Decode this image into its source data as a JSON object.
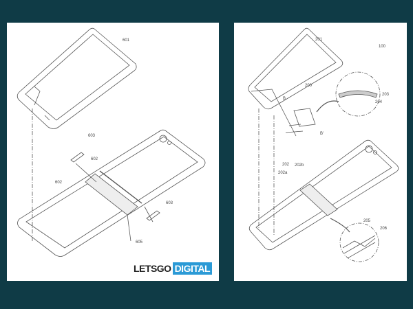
{
  "left_figure": {
    "labels": [
      "601",
      "603",
      "602",
      "602",
      "603",
      "605"
    ],
    "logo": {
      "part1": "LETSGO",
      "part2": "DIGITAL",
      "accent_color": "#2b9ad6"
    }
  },
  "right_figure": {
    "labels": [
      "201",
      "100",
      "200",
      "203",
      "204",
      "B",
      "B'",
      "202",
      "202b",
      "202a",
      "205",
      "206"
    ]
  },
  "colors": {
    "background": "#0f3b46",
    "panel": "#ffffff",
    "line": "#555555"
  }
}
